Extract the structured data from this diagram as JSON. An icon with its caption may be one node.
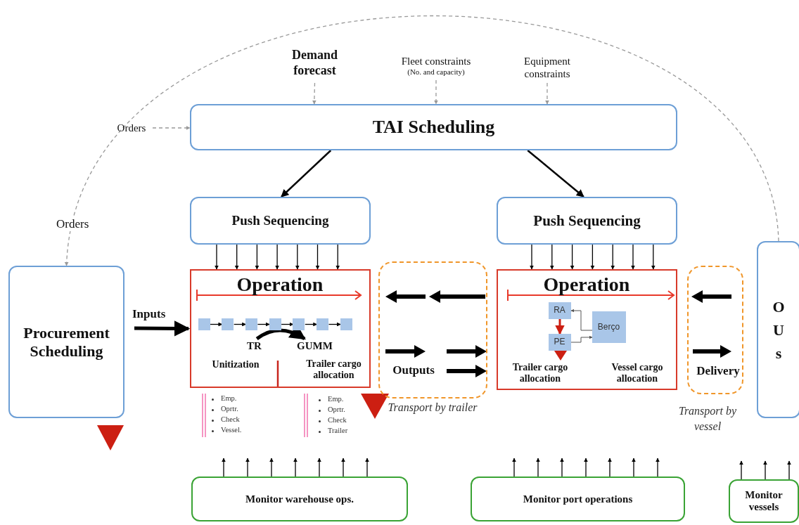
{
  "diagram": {
    "nodes": [
      {
        "text": [
          "TAI Scheduling"
        ]
      },
      {
        "text": [
          "Demand forecast"
        ]
      },
      {
        "text": [
          "Fleet constraints",
          "(No. and capacity)"
        ]
      },
      {
        "text": [
          "Equipment constraints"
        ]
      },
      {
        "text": [
          "Orders"
        ]
      },
      {
        "text": [
          "Procurement Scheduling"
        ]
      },
      {
        "text": [
          "OUs"
        ]
      },
      {
        "text": [
          "Push Sequencing"
        ]
      },
      {
        "text": [
          "Push Sequencing"
        ]
      },
      {
        "text": [
          "Operation",
          "Unitization",
          "Trailer cargo allocation"
        ]
      },
      {
        "text": [],
        "shape": "box",
        "in": 9
      },
      {
        "text": [],
        "shape": "box",
        "in": 9
      },
      {
        "text": [],
        "shape": "box",
        "in": 9
      },
      {
        "text": [],
        "shape": "box",
        "in": 9
      },
      {
        "text": [],
        "shape": "box",
        "in": 9
      },
      {
        "text": [],
        "shape": "box",
        "in": 9
      },
      {
        "text": [],
        "shape": "box",
        "in": 9
      },
      {
        "text": [
          "TR"
        ],
        "in": 9
      },
      {
        "text": [
          "GUMM"
        ],
        "in": 9
      },
      {
        "text": [
          "Operation",
          "Trailer cargo allocation",
          "Vessel cargo allocation"
        ]
      },
      {
        "text": [
          "RA"
        ],
        "in": 19
      },
      {
        "text": [
          "PE"
        ],
        "in": 19
      },
      {
        "text": [
          "Berço"
        ],
        "in": 19
      },
      {
        "text": [
          "Outputs"
        ],
        "beside": [
          "Transport by trailer"
        ]
      },
      {
        "text": [
          "Delivery"
        ],
        "beside": [
          "Transport by vessel"
        ]
      },
      {
        "text": [
          "Monitor warehouse ops."
        ]
      },
      {
        "text": [
          "Monitor port operations"
        ]
      },
      {
        "text": [
          "Monitor vessels"
        ]
      }
    ],
    "edges": [
      {
        "from": 1,
        "to": 0,
        "arrow": "to",
        "style": "dashed",
        "color": "#999999"
      },
      {
        "from": 2,
        "to": 0,
        "arrow": "to",
        "style": "dashed",
        "color": "#999999"
      },
      {
        "from": 3,
        "to": 0,
        "arrow": "to",
        "style": "dashed",
        "color": "#999999"
      },
      {
        "from": 4,
        "to": 0,
        "arrow": "to",
        "style": "dashed",
        "color": "#999999"
      },
      {
        "from": 6,
        "to": 5,
        "arrow": "to",
        "label": "Orders",
        "style": "dashed",
        "color": "#999999"
      },
      {
        "from": 0,
        "to": 7,
        "arrow": "to"
      },
      {
        "from": 0,
        "to": 8,
        "arrow": "to"
      },
      {
        "from": 7,
        "to": 9,
        "arrow": "to"
      },
      {
        "from": 7,
        "to": 9,
        "arrow": "to"
      },
      {
        "from": 7,
        "to": 9,
        "arrow": "to"
      },
      {
        "from": 7,
        "to": 9,
        "arrow": "to"
      },
      {
        "from": 7,
        "to": 9,
        "arrow": "to"
      },
      {
        "from": 7,
        "to": 9,
        "arrow": "to"
      },
      {
        "from": 7,
        "to": 9,
        "arrow": "to"
      },
      {
        "from": 8,
        "to": 19,
        "arrow": "to"
      },
      {
        "from": 8,
        "to": 19,
        "arrow": "to"
      },
      {
        "from": 8,
        "to": 19,
        "arrow": "to"
      },
      {
        "from": 8,
        "to": 19,
        "arrow": "to"
      },
      {
        "from": 8,
        "to": 19,
        "arrow": "to"
      },
      {
        "from": 8,
        "to": 19,
        "arrow": "to"
      },
      {
        "from": 8,
        "to": 19,
        "arrow": "to"
      },
      {
        "from": 5,
        "to": 9,
        "arrow": "to",
        "label": "Inputs",
        "style": "thick"
      },
      {
        "from": 10,
        "to": 11,
        "arrow": "to"
      },
      {
        "from": 11,
        "to": 12,
        "arrow": "to"
      },
      {
        "from": 12,
        "to": 13,
        "arrow": "to"
      },
      {
        "from": 13,
        "to": 14,
        "arrow": "to"
      },
      {
        "from": 14,
        "to": 15,
        "arrow": "to"
      },
      {
        "from": 15,
        "to": 16,
        "arrow": "to"
      },
      {
        "from": 17,
        "to": 18,
        "arrow": "to",
        "style": "thick"
      },
      {
        "from": 20,
        "to": 21,
        "arrow": "to",
        "color": "#cc1f12"
      },
      {
        "from": 22,
        "to": 20,
        "arrow": "to",
        "color": "#555555"
      },
      {
        "from": 21,
        "to": 22,
        "arrow": "to",
        "color": "#555555"
      },
      {
        "from": 25,
        "to": null,
        "arrow": "to"
      },
      {
        "from": 25,
        "to": null,
        "arrow": "to"
      },
      {
        "from": 25,
        "to": null,
        "arrow": "to"
      },
      {
        "from": 25,
        "to": null,
        "arrow": "to"
      },
      {
        "from": 25,
        "to": null,
        "arrow": "to"
      },
      {
        "from": 25,
        "to": null,
        "arrow": "to"
      },
      {
        "from": 25,
        "to": null,
        "arrow": "to"
      },
      {
        "from": 26,
        "to": null,
        "arrow": "to"
      },
      {
        "from": 26,
        "to": null,
        "arrow": "to"
      },
      {
        "from": 26,
        "to": null,
        "arrow": "to"
      },
      {
        "from": 26,
        "to": null,
        "arrow": "to"
      },
      {
        "from": 26,
        "to": null,
        "arrow": "to"
      },
      {
        "from": 26,
        "to": null,
        "arrow": "to"
      },
      {
        "from": 26,
        "to": null,
        "arrow": "to"
      },
      {
        "from": 27,
        "to": null,
        "arrow": "to"
      },
      {
        "from": 27,
        "to": null,
        "arrow": "to"
      },
      {
        "from": 27,
        "to": null,
        "arrow": "to"
      }
    ],
    "labels": [
      "Emp.",
      "Oprtr.",
      "Check",
      "Vessel.",
      "Emp.",
      "Oprtr.",
      "Check",
      "Trailer"
    ]
  }
}
